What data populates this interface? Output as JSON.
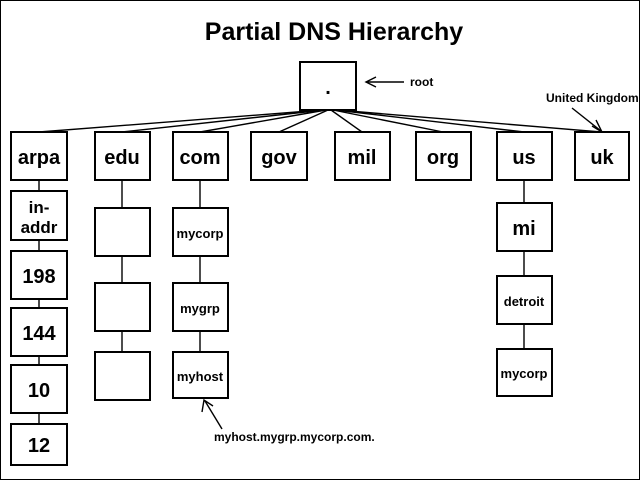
{
  "title": "Partial DNS Hierarchy",
  "diagram": {
    "root": {
      "label": ".",
      "annotation": "root"
    },
    "uk_annotation": "United Kingdom",
    "fqdn_caption": "myhost.mygrp.mycorp.com.",
    "tlds": [
      {
        "label": "arpa"
      },
      {
        "label": "edu"
      },
      {
        "label": "com"
      },
      {
        "label": "gov"
      },
      {
        "label": "mil"
      },
      {
        "label": "org"
      },
      {
        "label": "us"
      },
      {
        "label": "uk"
      }
    ],
    "arpa_chain": [
      {
        "label": "in-",
        "label2": "addr"
      },
      {
        "label": "198"
      },
      {
        "label": "144"
      },
      {
        "label": "10"
      },
      {
        "label": "12"
      }
    ],
    "edu_chain": [
      {
        "label": ""
      },
      {
        "label": ""
      },
      {
        "label": ""
      }
    ],
    "com_chain": [
      {
        "label": "mycorp"
      },
      {
        "label": "mygrp"
      },
      {
        "label": "myhost"
      }
    ],
    "us_chain": [
      {
        "label": "mi"
      },
      {
        "label": "detroit"
      },
      {
        "label": "mycorp"
      }
    ]
  },
  "colors": {
    "stroke": "#000000",
    "background": "#ffffff"
  }
}
